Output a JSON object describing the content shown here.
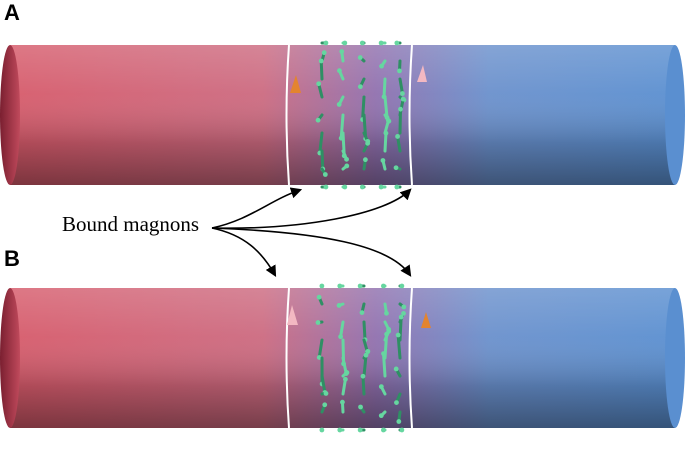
{
  "panels": [
    {
      "label": "A",
      "mode": "first"
    },
    {
      "label": "B",
      "mode": "second"
    }
  ],
  "callout": {
    "text": "Bound magnons"
  },
  "colors": {
    "cylinder_left": "#d85f6e",
    "cylinder_right": "#5f95d2",
    "cylinder_mid": "#9a5f9f",
    "ring": "#ffffff",
    "magnon_arrow": "#66d6a0",
    "magnon_arrow_dark": "#2f8f64",
    "cone_pink": "#f3b8c2",
    "cone_orange": "#e3842f"
  }
}
